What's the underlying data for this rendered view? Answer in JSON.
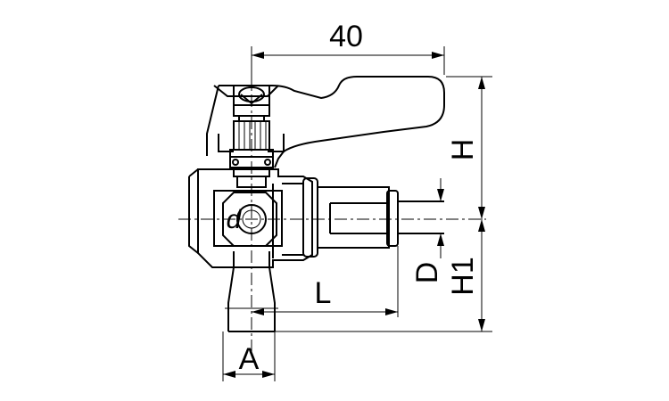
{
  "drawing": {
    "dim_width_top": "40",
    "dim_height": "H",
    "dim_height_1": "H1",
    "dim_diameter": "D",
    "dim_length": "L",
    "dim_thread": "A",
    "port_symbol": "d"
  },
  "colors": {
    "line": "#000000",
    "background": "#ffffff"
  }
}
